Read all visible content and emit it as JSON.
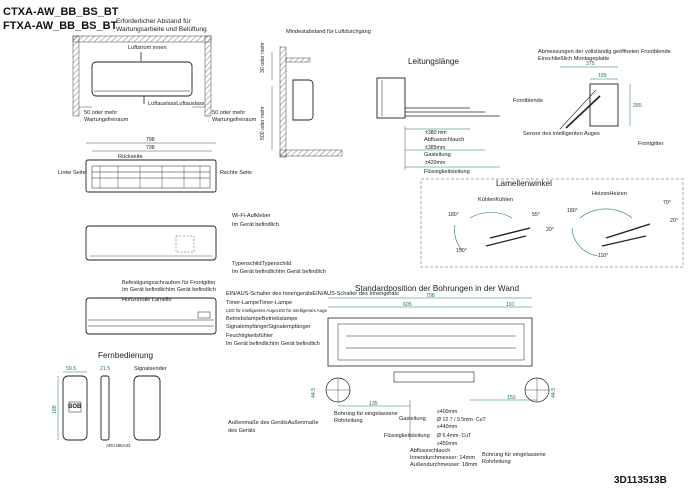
{
  "model": {
    "line1": "CTXA-AW_BB_BS_BT",
    "line2": "FTXA-AW_BB_BS_BT"
  },
  "doc_number": "3D113513B",
  "clearance": {
    "title_line1": "Erforderlicher Abstand für",
    "title_line2": "Wartungsarbeite und Belüftung",
    "air_in": "Luftstrom innen",
    "air_out": "LuftauslassLuftauslass",
    "left_line1": "50 oder mehr",
    "left_line2": "Wartungsfreiraum",
    "right_line1": "50 oder mehr",
    "right_line2": "Wartungsfreiraum"
  },
  "min_distance": {
    "label": "Mindestabstand für Luftdurchgang",
    "top": "30 oder mehr",
    "side": "500 oder mehr"
  },
  "pipe_length": {
    "title": "Leitungslänge",
    "d1": "±380 mm",
    "d1_label": "Abflussschlauch",
    "d2": "±385mm",
    "d2_label": "Gasleitung",
    "d3": "±420mm",
    "d3_label": "Flüssigkeitsleitung"
  },
  "front_panel": {
    "title_line1": "Abmessungen der vollständig geöffneten Frontblende",
    "title_line2": "Einschließlich Montageplatte",
    "w1": "375",
    "w2": "189",
    "h1": "285",
    "front": "Frontblende",
    "sensor": "Sensor des intelligenten Auges",
    "grille": "Frontgitter"
  },
  "top_view": {
    "w1": "798",
    "w2": "738",
    "back": "Rückseite",
    "left": "Linke Seite",
    "right": "Rechte Seite"
  },
  "louver": {
    "title": "Lamellenwinkel",
    "cool": "KühlenKühlen",
    "heat": "HeizenHeizen",
    "a180l": "180°",
    "a55": "55°",
    "a20l": "20°",
    "a150": "150°",
    "a180r": "180°",
    "a70": "70°",
    "a20r": "20°",
    "a110": "110°"
  },
  "front_view": {
    "wifi_line1": "Wi-Fi-Aufkleber",
    "wifi_line2": "Im Gerät befindlich",
    "type_line1": "TypenschildTypenschild",
    "type_line2": "Im Gerät befindlichIm Gerät befindlich"
  },
  "side_view": {
    "screws_line1": "Befestigungsschrauben für Frontgitter",
    "screws_line2": "Im Gerät befindlichIm Gerät befindlich",
    "louver": "Horizontale Lamelle",
    "switch": "EIN/AUS-Schalter des InnengerätsEIN/AUS-Schalter des Innengeräts",
    "timer": "Timer-LampeTimer-Lampe",
    "eye_led": "LED für intelligentes AugeLED für intelligentes Auge",
    "oplamp": "BetriebslampeBetriebslampe",
    "receiver": "SignalempfängerSignalempfänger",
    "humid_line1": "Feuchtigkeitsfühler",
    "humid_line2": "Im Gerät befindlichIm Gerät befindlich"
  },
  "remote": {
    "title": "Fernbedienung",
    "w": "59.5",
    "d": "21.5",
    "h": "189",
    "sender": "Signalsender",
    "model": "ARC466A33",
    "logo": "BOB"
  },
  "holes": {
    "title": "Standardposition der Bohrungen in der Wand",
    "w798": "798",
    "w605": "605",
    "w110": "110",
    "h44l": "44.5",
    "h44r": "44.5",
    "w135": "135",
    "w150": "150",
    "outer_line1": "Außenmaße des GerätsAußenmaße",
    "outer_line2": "des Geräts",
    "bore_left_line1": "Bohrung für eingelassene",
    "bore_left_line2": "Rohrleitung",
    "gas": "Gasleitung",
    "gas_d1": "≥400mm",
    "gas_d2": "Ø 12.7 / 9.5mm· CuT",
    "gas_d3": "≥440mm",
    "liquid": "Flüssigkeitsleitung",
    "liquid_d1": "Ø 6.4mm· CuT",
    "liquid_d2": "≥450mm",
    "drain_line1": "Abflussschlauch",
    "drain_line2": "Innendurchmesser: 14mm",
    "drain_line3": "Außendurchmesser: 18mm",
    "bore_right_line1": "Bohrung für eingelassene",
    "bore_right_line2": "Rohrleitung"
  }
}
